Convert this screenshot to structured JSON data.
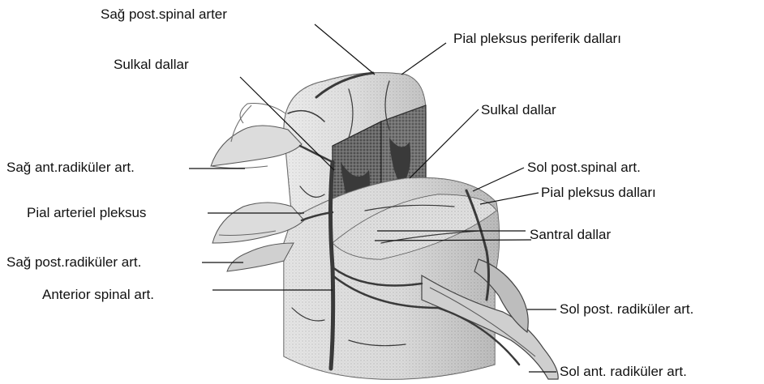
{
  "labels": {
    "sag_post_spinal_arter": "Sağ post.spinal arter",
    "pial_pleksus_periferik": "Pial pleksus periferik dalları",
    "sulkal_dallar_left": "Sulkal dallar",
    "sulkal_dallar_right": "Sulkal dallar",
    "sag_ant_radikuler": "Sağ ant.radiküler art.",
    "sol_post_spinal": "Sol post.spinal art.",
    "pial_pleksus_dallari": "Pial pleksus dalları",
    "pial_arteriel_pleksus": "Pial arteriel pleksus",
    "santral_dallar": "Santral dallar",
    "sag_post_radikuler": "Sağ post.radiküler art.",
    "anterior_spinal": "Anterior spinal art.",
    "sol_post_radikuler": "Sol post. radiküler art.",
    "sol_ant_radikuler": "Sol ant. radiküler art."
  },
  "colors": {
    "text": "#111111",
    "line": "#111111",
    "cord_light": "#ececec",
    "cord_mid": "#c9c9c9",
    "cord_dark": "#5a5a5a",
    "vessel": "#3a3a3a"
  }
}
